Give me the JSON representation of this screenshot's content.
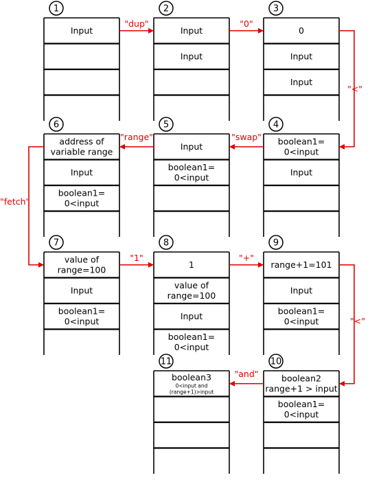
{
  "colors": {
    "arrow": "#e00000",
    "line": "#000000",
    "text": "#000000"
  },
  "stacks": [
    {
      "num": "1",
      "cells": [
        [
          "Input"
        ],
        [],
        [],
        []
      ]
    },
    {
      "num": "2",
      "cells": [
        [
          "Input"
        ],
        [
          "Input"
        ],
        [],
        []
      ]
    },
    {
      "num": "3",
      "cells": [
        [
          "0"
        ],
        [
          "Input"
        ],
        [
          "Input"
        ],
        []
      ]
    },
    {
      "num": "4",
      "cells": [
        [
          "boolean1=",
          "0<input"
        ],
        [
          "Input"
        ],
        [],
        []
      ]
    },
    {
      "num": "5",
      "cells": [
        [
          "Input"
        ],
        [
          "boolean1=",
          "0<input"
        ],
        [],
        []
      ]
    },
    {
      "num": "6",
      "cells": [
        [
          "address of",
          "variable range"
        ],
        [
          "Input"
        ],
        [
          "boolean1=",
          "0<input"
        ],
        []
      ]
    },
    {
      "num": "7",
      "cells": [
        [
          "value of",
          "range=100"
        ],
        [
          "Input"
        ],
        [
          "boolean1=",
          "0<input"
        ],
        []
      ]
    },
    {
      "num": "8",
      "cells": [
        [
          "1"
        ],
        [
          "value of",
          "range=100"
        ],
        [
          "Input"
        ],
        [
          "boolean1=",
          "0<input"
        ]
      ]
    },
    {
      "num": "9",
      "cells": [
        [
          "range+1=101"
        ],
        [
          "Input"
        ],
        [
          "boolean1=",
          "0<input"
        ],
        []
      ]
    },
    {
      "num": "10",
      "cells": [
        [
          "boolean2",
          "range+1 > input"
        ],
        [
          "boolean1=",
          "0<input"
        ],
        [],
        []
      ]
    },
    {
      "num": "11",
      "cells": [
        [
          "boolean3",
          "0<input and",
          "(range+1)>input"
        ],
        [],
        [],
        []
      ]
    }
  ],
  "operations": [
    {
      "from": "1",
      "to": "2",
      "label": "\"dup\""
    },
    {
      "from": "2",
      "to": "3",
      "label": "\"0\""
    },
    {
      "from": "3",
      "to": "4",
      "label": "\"<\""
    },
    {
      "from": "4",
      "to": "5",
      "label": "\"swap\""
    },
    {
      "from": "5",
      "to": "6",
      "label": "\"range\""
    },
    {
      "from": "6",
      "to": "7",
      "label": "\"fetch\""
    },
    {
      "from": "7",
      "to": "8",
      "label": "\"1\""
    },
    {
      "from": "8",
      "to": "9",
      "label": "\"+\""
    },
    {
      "from": "9",
      "to": "10",
      "label": "\"<\""
    },
    {
      "from": "10",
      "to": "11",
      "label": "\"and\""
    }
  ]
}
